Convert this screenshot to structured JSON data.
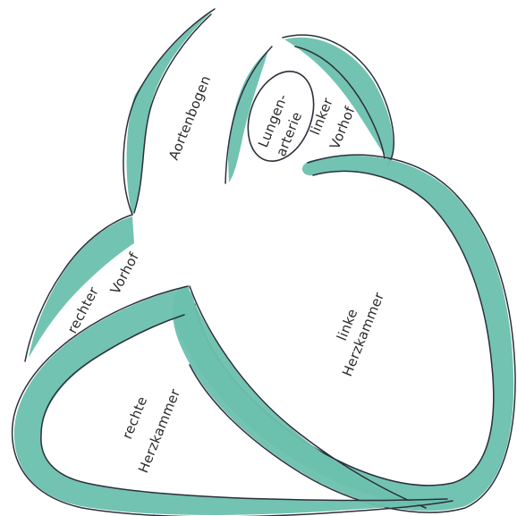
{
  "colors": {
    "wall_fill": "#6cc0ae",
    "outline": "#2b2f3a",
    "background": "#ffffff"
  },
  "labels": {
    "aortic_arch": "Aortenbogen",
    "pulmonary_artery_line1": "Lungen-",
    "pulmonary_artery_line2": "arterie",
    "left_atrium_line1": "linker",
    "left_atrium_line2": "Vorhof",
    "right_atrium_line1": "rechter",
    "right_atrium_line2": "Vorhof",
    "left_ventricle_line1": "linke",
    "left_ventricle_line2": "Herzkammer",
    "right_ventricle_line1": "rechte",
    "right_ventricle_line2": "Herzkammer"
  }
}
